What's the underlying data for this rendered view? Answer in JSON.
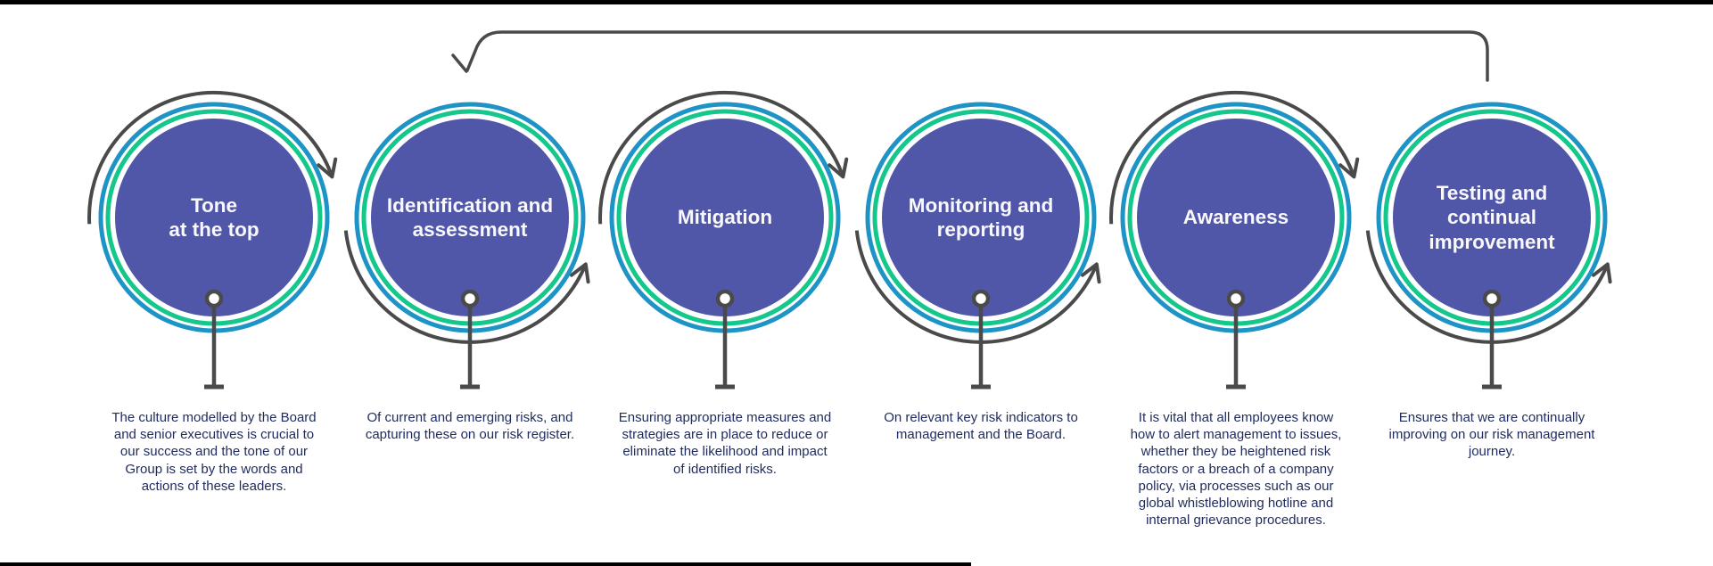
{
  "diagram": {
    "steps": [
      {
        "title_lines": [
          "Tone",
          "at the top"
        ],
        "description_lines": [
          "The culture modelled by the Board",
          "and senior executives is crucial to",
          "our success and the tone of our",
          "Group is set by the words and",
          "actions of these leaders."
        ]
      },
      {
        "title_lines": [
          "Identification and",
          "assessment"
        ],
        "description_lines": [
          "Of current and emerging risks, and",
          "capturing these on our risk register."
        ]
      },
      {
        "title_lines": [
          "Mitigation"
        ],
        "description_lines": [
          "Ensuring appropriate measures and",
          "strategies are in place to reduce or",
          "eliminate the likelihood and impact",
          "of identified risks."
        ]
      },
      {
        "title_lines": [
          "Monitoring and",
          "reporting"
        ],
        "description_lines": [
          "On relevant key risk indicators to",
          "management and the Board."
        ]
      },
      {
        "title_lines": [
          "Awareness"
        ],
        "description_lines": [
          "It is vital that all employees know",
          "how to alert management to issues,",
          "whether they be heightened risk",
          "factors or a breach of a company",
          "policy, via processes such as our",
          "global whistleblowing hotline and",
          "internal grievance procedures."
        ]
      },
      {
        "title_lines": [
          "Testing and",
          "continual",
          "improvement"
        ],
        "description_lines": [
          "Ensures that we are continually",
          "improving on our risk management",
          "journey."
        ]
      }
    ],
    "colors": {
      "circle_fill": "#5157a8",
      "ring_green": "#14c78a",
      "ring_blue": "#1e94c6",
      "arc_gray": "#4a4a4a",
      "body_text": "#1f2a5e",
      "title_text": "#f8f8fd",
      "border_bar": "#000000"
    }
  }
}
